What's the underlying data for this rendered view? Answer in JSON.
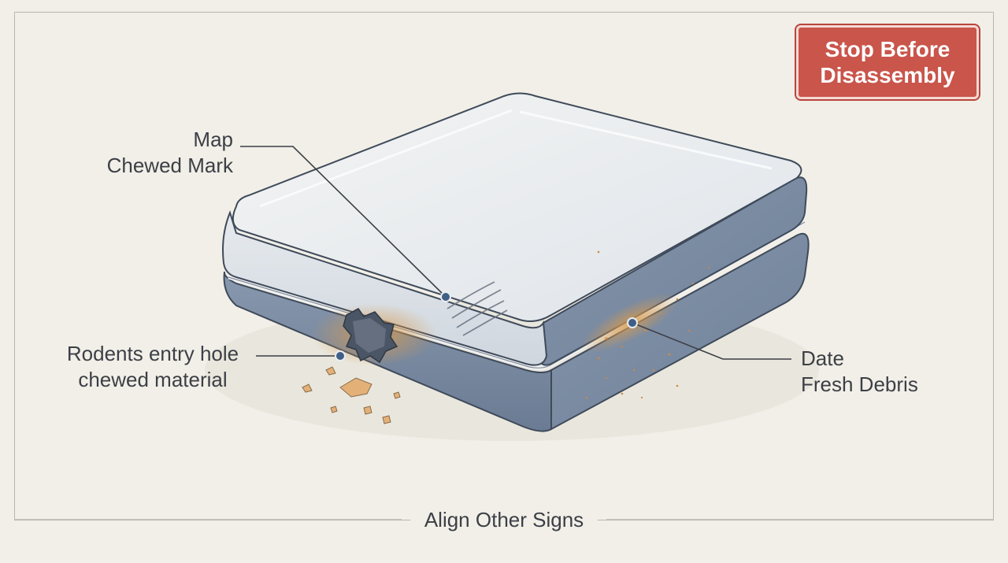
{
  "warning_badge": {
    "line1": "Stop Before",
    "line2": "Disassembly"
  },
  "callouts": {
    "chewed_mark": {
      "line1": "Map",
      "line2": "Chewed Mark"
    },
    "entry_hole": {
      "line1": "Rodents entry hole",
      "line2": "chewed material"
    },
    "debris": {
      "line1": "Date",
      "line2": "Fresh Debris"
    }
  },
  "footer": {
    "caption": "Align Other Signs"
  },
  "colors": {
    "background": "#f1efe7",
    "badge": "#c9554b",
    "cushion_top": "#e9ecef",
    "cushion_side": "#7d8ea7",
    "debris": "#d79a4e",
    "callout_dot": "#3f5f86"
  }
}
